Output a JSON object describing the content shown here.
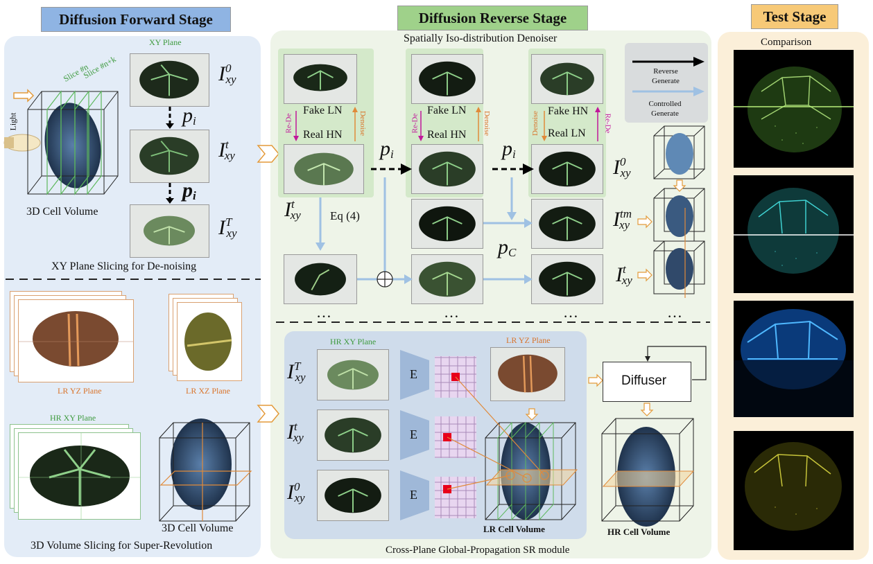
{
  "stages": {
    "forward": "Diffusion  Forward Stage",
    "reverse": "Diffusion Reverse Stage",
    "test": "Test Stage"
  },
  "forward_panel": {
    "xy_plane_label": "XY Plane",
    "slice_n": "Slice #n",
    "slice_nk": "Slice #n+k",
    "light": "Light",
    "volume_caption": "3D Cell  Volume",
    "p_i_1": "p",
    "p_i_2": "p",
    "p_sub": "i",
    "eq_I0": {
      "base": "I",
      "sup": "0",
      "sub": "xy"
    },
    "eq_It": {
      "base": "I",
      "sup": "t",
      "sub": "xy"
    },
    "eq_IT": {
      "base": "I",
      "sup": "T",
      "sub": "xy"
    },
    "section_caption": "XY Plane Slicing  for De-noising",
    "lr_yz": "LR YZ Plane",
    "lr_xz": "LR XZ Plane",
    "hr_xy": "HR XY Plane",
    "volume2_caption": "3D Cell  Volume",
    "bottom_caption": "3D Volume  Slicing for Super-Revolution"
  },
  "reverse_panel": {
    "title": "Spatially  Iso-distribution Denoiser",
    "legend_reverse": "Reverse Generate",
    "legend_controlled": "Controlled Generate",
    "fake_ln": "Fake LN",
    "real_hn": "Real HN",
    "fake_hn": "Fake HN",
    "real_ln": "Real LN",
    "re_de": "Re-De",
    "denoise": "Denoise",
    "p": "p",
    "p_i_sub": "i",
    "p_c_sub": "C",
    "eq4": "Eq (4)",
    "ellipsis": "…",
    "It": {
      "base": "I",
      "sup": "t",
      "sub": "xy"
    },
    "I0": {
      "base": "I",
      "sup": "0",
      "sub": "xy"
    },
    "Itm": {
      "base": "I",
      "sup": "tm",
      "sub": "xy"
    },
    "It2": {
      "base": "I",
      "sup": "t",
      "sub": "xy"
    }
  },
  "sr_panel": {
    "hr_xy": "HR XY Plane",
    "lr_yz": "LR YZ Plane",
    "encoder": "E",
    "IT": {
      "base": "I",
      "sup": "T",
      "sub": "xy"
    },
    "It": {
      "base": "I",
      "sup": "t",
      "sub": "xy"
    },
    "I0": {
      "base": "I",
      "sup": "0",
      "sub": "xy"
    },
    "lr_volume": "LR Cell Volume",
    "diffuser": "Diffuser",
    "hr_volume": "HR Cell Volume",
    "caption": "Cross-Plane Global-Propagation SR module"
  },
  "test_panel": {
    "comparison": "Comparison"
  },
  "colors": {
    "forward_bg": "#e3ecf7",
    "reverse_bg": "#eef4e8",
    "test_bg": "#fbefd9",
    "hdr_forward": "#8fb4e3",
    "hdr_reverse": "#9fd18a",
    "hdr_test": "#f7c977",
    "green_text": "#3d9a3d",
    "orange_text": "#d9742b",
    "magenta": "#c0189a",
    "blue_arrow": "#9fc1e3"
  }
}
